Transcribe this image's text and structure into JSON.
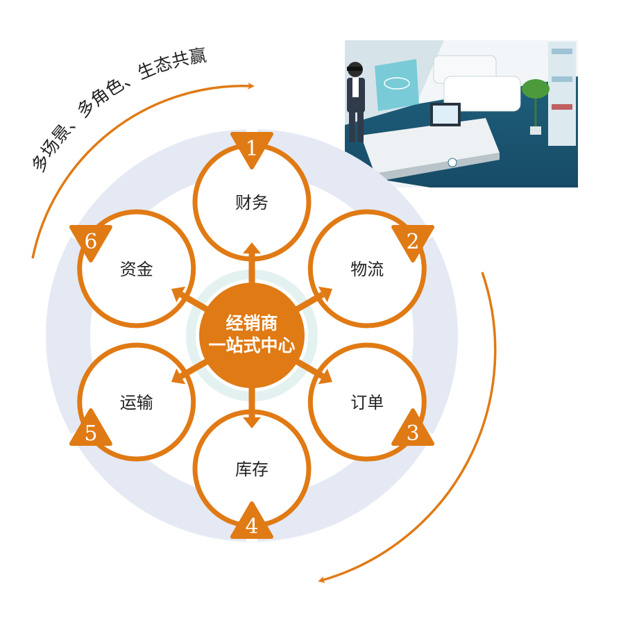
{
  "arc_caption": "多场景、多角色、生态共赢",
  "center": {
    "line1": "经销商",
    "line2": "一站式中心"
  },
  "modules": [
    {
      "num": "1",
      "label": "财务"
    },
    {
      "num": "2",
      "label": "物流"
    },
    {
      "num": "3",
      "label": "订单"
    },
    {
      "num": "4",
      "label": "库存"
    },
    {
      "num": "5",
      "label": "运输"
    },
    {
      "num": "6",
      "label": "资金"
    }
  ],
  "colors": {
    "accent": "#e07a14",
    "ring_bg": "#e5e9f4",
    "inner_ring": "#e4f1f1",
    "text": "#222222"
  },
  "illustration": {
    "icon": "office-scene-illustration"
  }
}
